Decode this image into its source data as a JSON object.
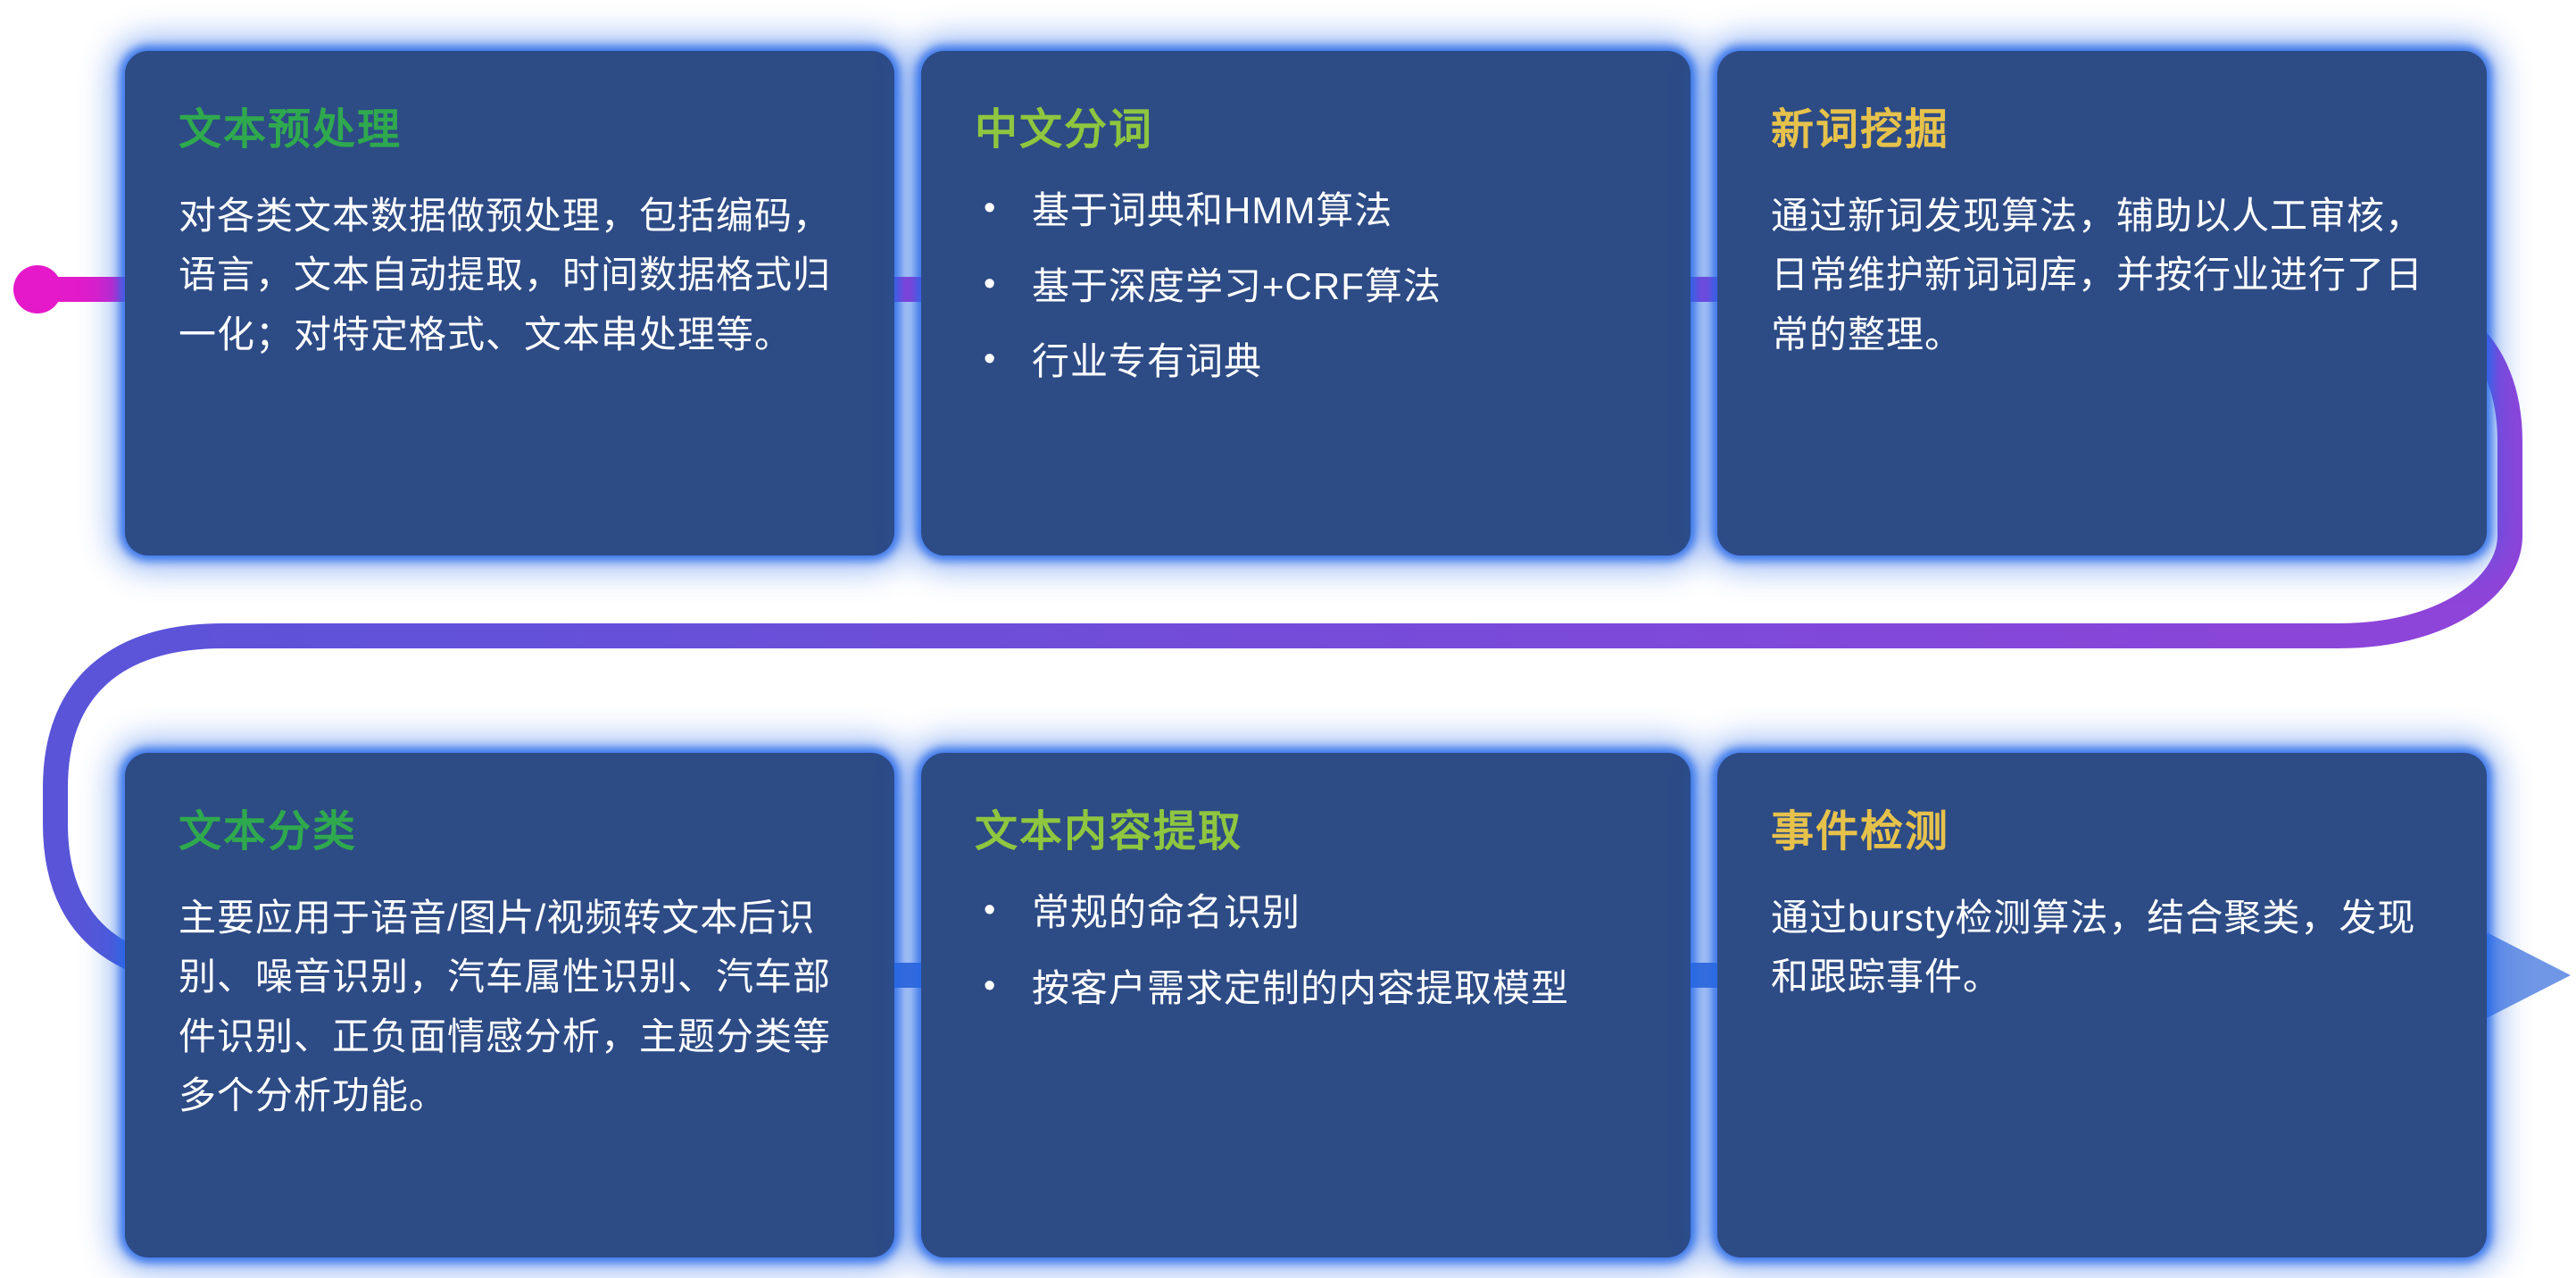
{
  "flow": {
    "colors": {
      "magenta": "#e519c9",
      "magenta_purple": "#b92fd3",
      "purple": "#8f44d9",
      "indigo": "#5a54d9",
      "blue": "#3f6ad2",
      "blue_light": "#477ad9",
      "arrow": "#7097e6"
    },
    "card_bg": "#2d4b85",
    "card_glow": "#2668e8"
  },
  "cards": [
    {
      "title": "文本预处理",
      "title_color": "#2fa94e",
      "body": "对各类文本数据做预处理，包括编码，语言，文本自动提取，时间数据格式归一化；对特定格式、文本串处理等。",
      "bullets": []
    },
    {
      "title": "中文分词",
      "title_color": "#8ec63f",
      "body": "",
      "bullets": [
        "基于词典和HMM算法",
        "基于深度学习+CRF算法",
        "行业专有词典"
      ]
    },
    {
      "title": "新词挖掘",
      "title_color": "#e7c24b",
      "body": "通过新词发现算法，辅助以人工审核，日常维护新词词库，并按行业进行了日常的整理。",
      "bullets": []
    },
    {
      "title": "文本分类",
      "title_color": "#2fa94e",
      "body": "主要应用于语音/图片/视频转文本后识别、噪音识别，汽车属性识别、汽车部件识别、正负面情感分析，主题分类等多个分析功能。",
      "bullets": []
    },
    {
      "title": "文本内容提取",
      "title_color": "#8ec63f",
      "body": "",
      "bullets": [
        "常规的命名识别",
        "按客户需求定制的内容提取模型"
      ]
    },
    {
      "title": "事件检测",
      "title_color": "#e7c24b",
      "body": "通过bursty检测算法，结合聚类，发现和跟踪事件。",
      "bullets": []
    }
  ]
}
